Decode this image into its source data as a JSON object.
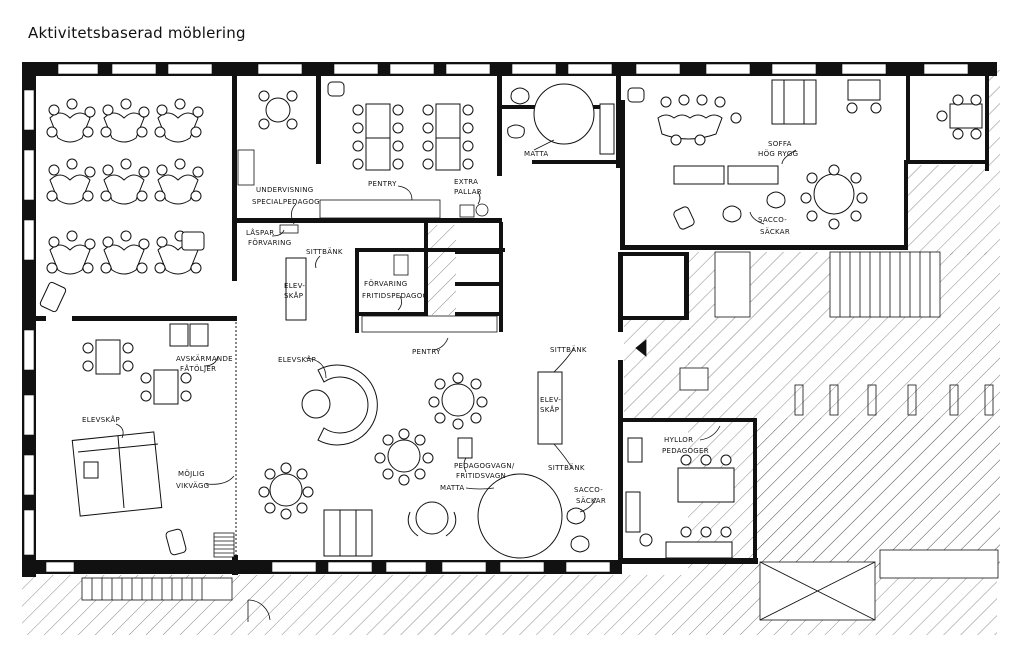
{
  "title": "Aktivitetsbaserad möblering",
  "labels": {
    "matta_top": "MATTA",
    "soffa": "SOFFA",
    "hog_rygg": "HÖG RYGG",
    "sacco_top_1": "SACCO-",
    "sacco_top_2": "SÄCKAR",
    "undervisning_1": "UNDERVISNING",
    "undervisning_2": "SPECIALPEDAGOG",
    "pentry_top": "PENTRY",
    "extra_1": "EXTRA",
    "extra_2": "PALLAR",
    "laspar_1": "LÅSPAR",
    "laspar_2": "FÖRVARING",
    "sittbank_top": "SITTBÄNK",
    "elevskap_mid_1": "ELEV-",
    "elevskap_mid_2": "SKÅP",
    "forvaring_1": "FÖRVARING",
    "forvaring_2": "FRITIDSPEDAGOG",
    "pentry_mid": "PENTRY",
    "avskarmande_1": "AVSKÄRMANDE",
    "avskarmande_2": "FÅTÖLJER",
    "elevskap_left": "ELEVSKÅP",
    "mojlig_1": "MÖJLIG",
    "mojlig_2": "VIKVÄGG",
    "elevskap_center": "ELEVSKÅP",
    "sittbank_right_top": "SITTBÄNK",
    "elevskap_right_1": "ELEV-",
    "elevskap_right_2": "SKÅP",
    "sittbank_right_bottom": "SITTBÄNK",
    "pedagogvagn_1": "PEDAGOGVAGN/",
    "pedagogvagn_2": "FRITIDSVAGN",
    "matta_bottom": "MATTA",
    "sacco_bottom_1": "SACCO-",
    "sacco_bottom_2": "SÄCKAR",
    "hyllor_1": "HYLLOR",
    "hyllor_2": "PEDAGOGER"
  }
}
